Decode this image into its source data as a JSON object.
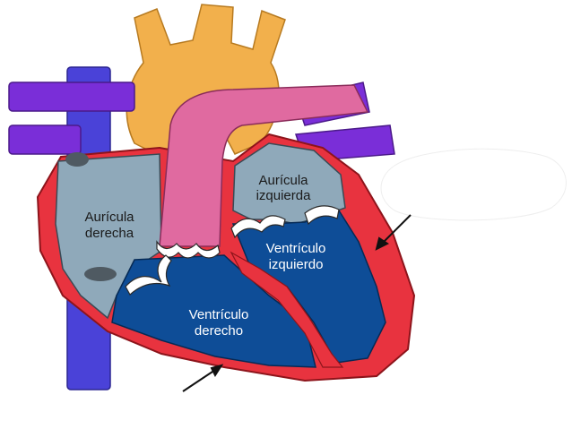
{
  "diagram": {
    "labels": {
      "right_atrium": [
        "Aurícula",
        "derecha"
      ],
      "left_atrium": [
        "Aurícula",
        "izquierda"
      ],
      "left_ventricle": [
        "Ventrículo",
        "izquierdo"
      ],
      "right_ventricle": [
        "Ventrículo",
        "derecho"
      ]
    },
    "colors": {
      "aorta": "#f2b04c",
      "pulmonary_artery": "#e06aa0",
      "vena_cava": "#4a42d8",
      "pulmonary_veins": "#7a2ed8",
      "myocardium": "#e8333f",
      "atria": "#8fa9ba",
      "ventricles": "#0e4d97",
      "valves": "#ffffff"
    }
  }
}
